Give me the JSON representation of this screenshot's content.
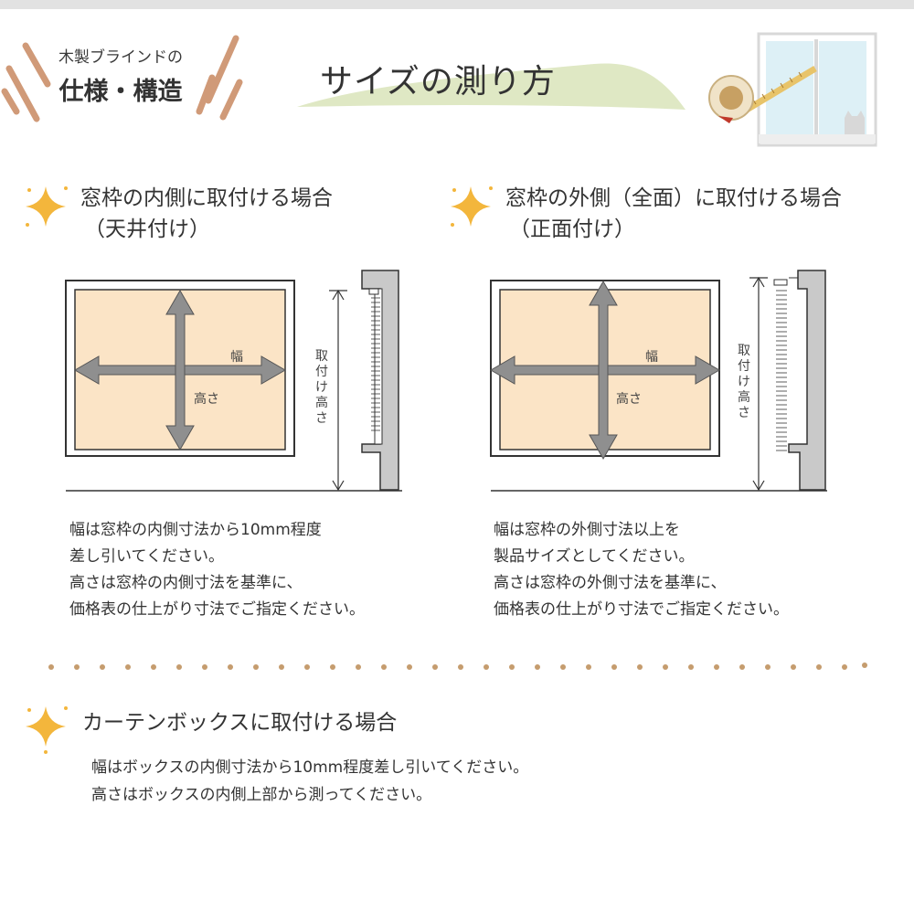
{
  "badge": {
    "line1": "木製ブラインドの",
    "line2": "仕様・構造"
  },
  "main_title": "サイズの測り方",
  "section_inside": {
    "title_line1": "窓枠の内側に取付ける場合",
    "title_line2": "（天井付け）",
    "width_label": "幅",
    "height_label": "高さ",
    "mount_height_label": "取付け高さ",
    "body": [
      "幅は窓枠の内側寸法から10mm程度",
      "差し引いてください。",
      "高さは窓枠の内側寸法を基準に、",
      "価格表の仕上がり寸法でご指定ください。"
    ]
  },
  "section_outside": {
    "title_line1": "窓枠の外側（全面）に取付ける場合",
    "title_line2": "（正面付け）",
    "width_label": "幅",
    "height_label": "高さ",
    "mount_height_label": "取付け高さ",
    "body": [
      "幅は窓枠の外側寸法以上を",
      "製品サイズとしてください。",
      "高さは窓枠の外側寸法を基準に、",
      "価格表の仕上がり寸法でご指定ください。"
    ]
  },
  "section_box": {
    "title": "カーテンボックスに取付ける場合",
    "body": [
      "幅はボックスの内側寸法から10mm程度差し引いてください。",
      "高さはボックスの内側上部から測ってください。"
    ]
  },
  "colors": {
    "panel_fill": "#fbe4c6",
    "arrow_fill": "#8f8f8f",
    "wall_fill": "#c9c9c9",
    "title_brush": "#dfe8c4",
    "sparkle": "#f3b63c",
    "dots": "#c59c6e",
    "badge_strokes": "#d09a78"
  }
}
